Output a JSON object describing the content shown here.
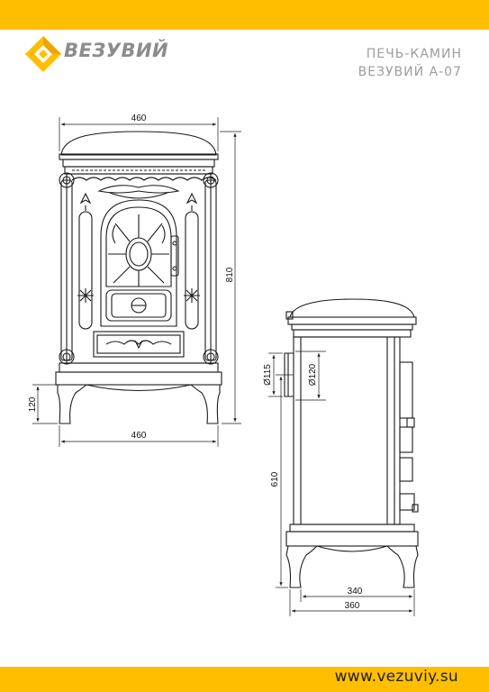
{
  "colors": {
    "accent": "#ffbf00",
    "line": "#1a1a1a",
    "muted": "#9d9d9d"
  },
  "brand": {
    "name": "ВЕЗУВИЙ",
    "icon": "vezuviy-logo-icon"
  },
  "title": {
    "line1": "ПЕЧЬ-КАМИН",
    "line2": "ВЕЗУВИЙ А-07"
  },
  "footer": {
    "website": "www.vezuviy.su"
  },
  "dimensions": {
    "front_top_width": "460",
    "front_height": "810",
    "front_leg_height": "120",
    "front_bottom_width": "460",
    "flue_diameter": "Ø115",
    "flue_outer_diameter": "Ø120",
    "flue_height": "610",
    "side_depth_inner": "340",
    "side_depth_outer": "360"
  }
}
